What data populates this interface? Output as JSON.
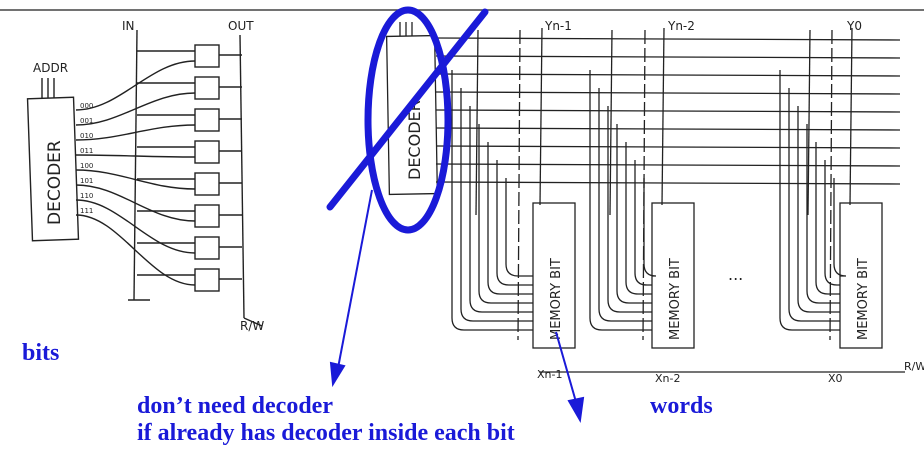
{
  "sketch": {
    "addr_label": "ADDR",
    "decoder_left_label": "DECODER",
    "decoder_right_label": "DECODER",
    "in_label": "IN",
    "out_label": "OUT",
    "rw_label": "R/W",
    "rw_label_right": "R/W",
    "decoder_outputs": [
      "000",
      "001",
      "010",
      "011",
      "100",
      "101",
      "110",
      "111"
    ],
    "memory_bit_label": "MEMORY BIT",
    "ellipsis": "...",
    "y_labels": [
      "Yn-1",
      "Yn-2",
      "Y0"
    ],
    "x_labels": [
      "Xn-1",
      "Xn-2",
      "X0"
    ]
  },
  "annotations": {
    "bits": "bits",
    "dont_need": "don’t need decoder",
    "if_already": "if already has decoder inside each bit",
    "words": "words"
  },
  "colors": {
    "annotation": "#1a1ad8",
    "pen": "#222222"
  }
}
